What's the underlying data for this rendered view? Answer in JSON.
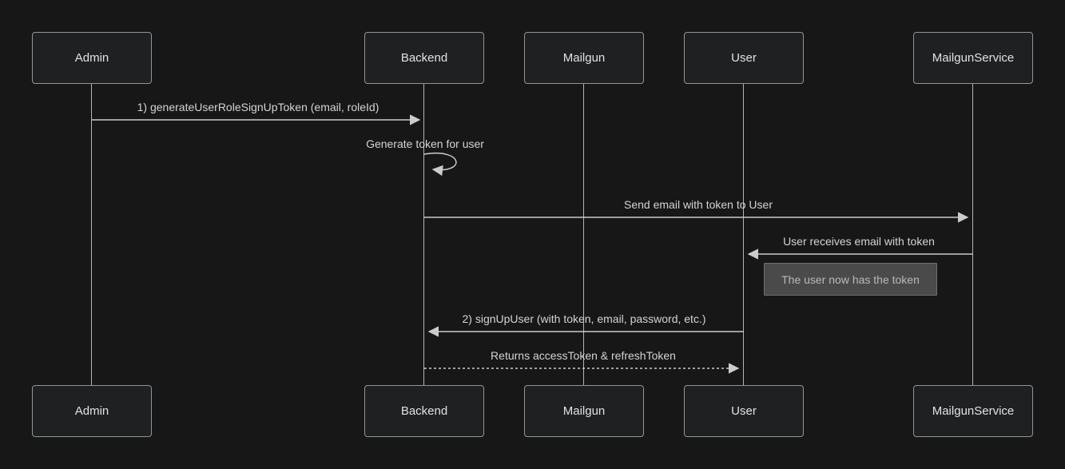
{
  "diagram": {
    "kind": "sequence-diagram",
    "theme": "dark"
  },
  "participants": [
    {
      "label": "Admin"
    },
    {
      "label": "Backend"
    },
    {
      "label": "Mailgun"
    },
    {
      "label": "User"
    },
    {
      "label": "MailgunService"
    }
  ],
  "messages": [
    {
      "text": "1) generateUserRoleSignUpToken (email, roleId)",
      "from": "Admin",
      "to": "Backend",
      "line": "solid"
    },
    {
      "text": "Generate token for user",
      "from": "Backend",
      "to": "Backend",
      "line": "self-loop"
    },
    {
      "text": "Send email with token to User",
      "from": "Backend",
      "to": "MailgunService",
      "line": "solid"
    },
    {
      "text": "User receives email with token",
      "from": "MailgunService",
      "to": "User",
      "line": "solid"
    },
    {
      "text": "2) signUpUser (with token, email, password, etc.)",
      "from": "User",
      "to": "Backend",
      "line": "solid"
    },
    {
      "text": "Returns accessToken & refreshToken",
      "from": "Backend",
      "to": "User",
      "line": "dashed"
    }
  ],
  "note": {
    "text": "The user now has the token",
    "position": "right of User"
  },
  "colors": {
    "background": "#171717",
    "actor_fill": "#1f2021",
    "actor_border": "#8e959a",
    "text": "#d4d4d4",
    "line": "#cccccc",
    "note_fill": "#4a4a4a",
    "note_border": "#6f6f6f",
    "note_text": "#b9b9b9"
  }
}
